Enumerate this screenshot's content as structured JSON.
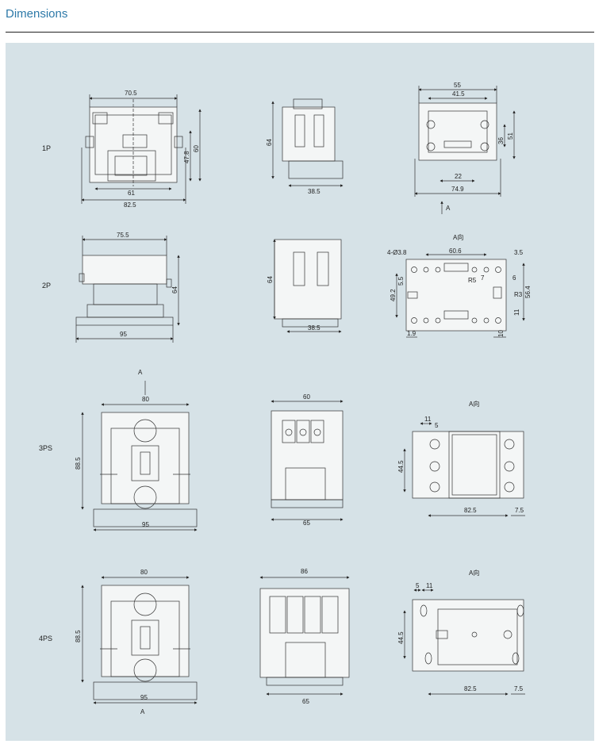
{
  "header": {
    "title": "Dimensions"
  },
  "rows": [
    {
      "label": "1P"
    },
    {
      "label": "2P"
    },
    {
      "label": "3PS"
    },
    {
      "label": "4PS"
    }
  ],
  "dims": {
    "p1_front_w": "70.5",
    "p1_front_h1": "47.8",
    "p1_front_h2": "60",
    "p1_front_base1": "61",
    "p1_front_base2": "82.5",
    "p1_side_h": "64",
    "p1_side_w": "38.5",
    "p1_top_w1": "55",
    "p1_top_w2": "41.5",
    "p1_top_h1": "36",
    "p1_top_h2": "51",
    "p1_top_b1": "22",
    "p1_top_b2": "74.9",
    "p1_arrow": "A",
    "p2_front_w": "75.5",
    "p2_front_h": "64",
    "p2_front_base": "95",
    "p2_side_h": "64",
    "p2_side_w": "38.5",
    "p2_top_view": "A向",
    "p2_top_holes": "4-Ø3.8",
    "p2_top_w": "60.6",
    "p2_top_r1": "3.5",
    "p2_top_h1": "49.2",
    "p2_top_h2": "5.5",
    "p2_top_r5": "R5",
    "p2_top_7": "7",
    "p2_top_6": "6",
    "p2_top_r3": "R3",
    "p2_top_h3": "56.4",
    "p2_top_11": "11",
    "p2_top_19": "1.9",
    "p2_top_10": "10",
    "ps3_arrow": "A",
    "ps3_front_w": "80",
    "ps3_front_h": "88.5",
    "ps3_front_base": "95",
    "ps3_side_w": "60",
    "ps3_side_base": "65",
    "ps3_top_view": "A向",
    "ps3_top_11": "11",
    "ps3_top_5": "5",
    "ps3_top_h": "44.5",
    "ps3_top_b": "82.5",
    "ps3_top_75": "7.5",
    "ps4_front_w": "80",
    "ps4_front_h": "88.5",
    "ps4_front_base": "95",
    "ps4_arrow": "A",
    "ps4_side_w": "86",
    "ps4_side_base": "65",
    "ps4_top_view": "A向",
    "ps4_top_5": "5",
    "ps4_top_11": "11",
    "ps4_top_h": "44.5",
    "ps4_top_b": "82.5",
    "ps4_top_75": "7.5"
  }
}
